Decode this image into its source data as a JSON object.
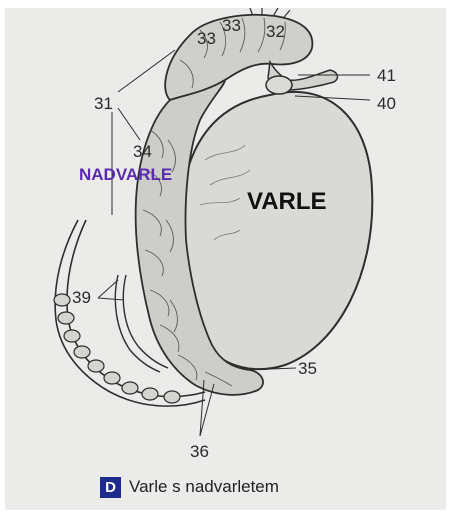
{
  "figure": {
    "labels": {
      "l31": "31",
      "l32": "32",
      "l33a": "33",
      "l33b": "33",
      "l34": "34",
      "l35": "35",
      "l36": "36",
      "l39": "39",
      "l40": "40",
      "l41": "41"
    },
    "testis_label": "VARLE",
    "epididymis_label": "NADVARLE",
    "epididymis_label_color": "#5a2bb0",
    "caption_letter": "D",
    "caption_letter_color": "#1c2c8c",
    "caption_text": "Varle s nadvarletem"
  }
}
